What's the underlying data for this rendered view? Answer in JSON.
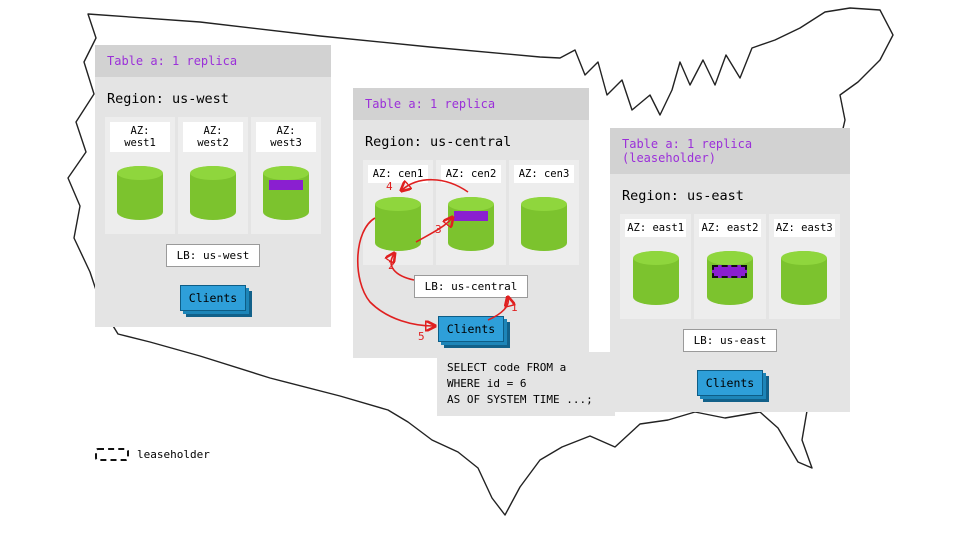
{
  "regions": [
    {
      "table_label": "Table a: 1 replica",
      "region_label": "Region: us-west",
      "azs": [
        {
          "label": "AZ: west1",
          "replica": false,
          "leaseholder": false
        },
        {
          "label": "AZ: west2",
          "replica": false,
          "leaseholder": false
        },
        {
          "label": "AZ: west3",
          "replica": true,
          "leaseholder": false
        }
      ],
      "lb_label": "LB: us-west",
      "clients_label": "Clients"
    },
    {
      "table_label": "Table a: 1 replica",
      "region_label": "Region: us-central",
      "azs": [
        {
          "label": "AZ: cen1",
          "replica": false,
          "leaseholder": false
        },
        {
          "label": "AZ: cen2",
          "replica": true,
          "leaseholder": false
        },
        {
          "label": "AZ: cen3",
          "replica": false,
          "leaseholder": false
        }
      ],
      "lb_label": "LB: us-central",
      "clients_label": "Clients"
    },
    {
      "table_label": "Table a: 1 replica (leaseholder)",
      "region_label": "Region: us-east",
      "azs": [
        {
          "label": "AZ: east1",
          "replica": false,
          "leaseholder": false
        },
        {
          "label": "AZ: east2",
          "replica": false,
          "leaseholder": true
        },
        {
          "label": "AZ: east3",
          "replica": false,
          "leaseholder": false
        }
      ],
      "lb_label": "LB: us-east",
      "clients_label": "Clients"
    }
  ],
  "flow": {
    "steps": [
      {
        "label": "1"
      },
      {
        "label": "2"
      },
      {
        "label": "3"
      },
      {
        "label": "4"
      },
      {
        "label": "5"
      }
    ]
  },
  "sql": {
    "query": "SELECT code FROM a\nWHERE id = 6\nAS OF SYSTEM TIME ...;"
  },
  "legend": {
    "label": "leaseholder"
  },
  "colors": {
    "accent_purple": "#9b30d9",
    "replica_band": "#8a1fd0",
    "cylinder_green": "#7cc32e",
    "clients_blue": "#2e9fd9",
    "arrow_red": "#e02020"
  }
}
